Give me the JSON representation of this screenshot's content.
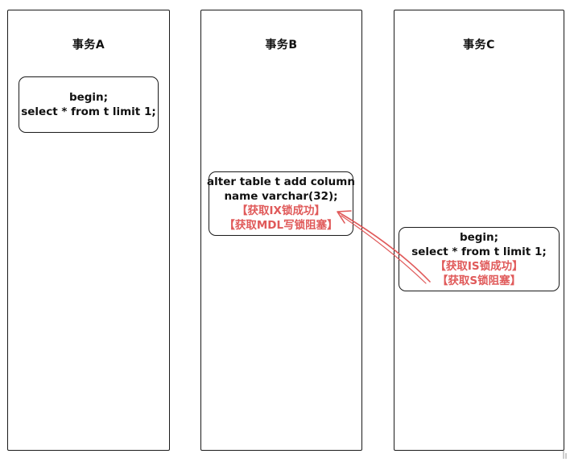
{
  "transactions": {
    "a": {
      "title": "事务A",
      "lines": [
        "begin;",
        "select * from t limit 1;"
      ]
    },
    "b": {
      "title": "事务B",
      "lines": [
        "alter table t add column",
        "name varchar(32);"
      ],
      "status_ok": "【获取IX锁成功】",
      "status_blocked": "【获取MDL写锁阻塞】"
    },
    "c": {
      "title": "事务C",
      "lines": [
        "begin;",
        "select * from t limit 1;"
      ],
      "status_ok": "【获取IS锁成功】",
      "status_blocked": "【获取S锁阻塞】"
    }
  },
  "colors": {
    "highlight": "#e05a5a",
    "stroke": "#1a1a1a"
  }
}
